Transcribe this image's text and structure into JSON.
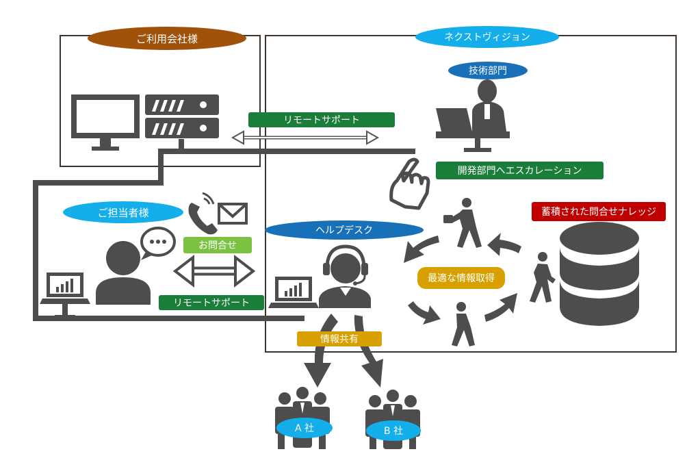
{
  "labels": {
    "client_company": "ご利用会社様",
    "nextvision": "ネクストヴィジョン",
    "tech_dept": "技術部門",
    "remote_support_top": "リモートサポート",
    "escalation": "開発部門へエスカレーション",
    "person_in_charge": "ご担当者様",
    "inquiry": "お問合せ",
    "remote_support_bottom": "リモートサポート",
    "helpdesk": "ヘルプデスク",
    "knowledge": "蓄積された問合せナレッジ",
    "optimal_info": "最適な情報取得",
    "info_sharing": "情報共有",
    "company_a": "A 社",
    "company_b": "B 社"
  },
  "colors": {
    "brown": "#a0520a",
    "light_blue": "#14aeea",
    "dark_blue": "#1770b8",
    "green": "#1b7d3a",
    "light_green": "#7cc242",
    "red": "#c00000",
    "gold": "#d7a000",
    "icon_gray": "#4d4d4d",
    "frame": "#3c3228"
  },
  "icons": [
    "monitor-icon",
    "server-icon",
    "tech-person-icon",
    "pointing-hand-icon",
    "phone-icon",
    "mail-icon",
    "speech-bubble-icon",
    "user-icon",
    "laptop-icon",
    "helpdesk-operator-icon",
    "database-icon",
    "walking-person-icon",
    "people-group-icon"
  ]
}
